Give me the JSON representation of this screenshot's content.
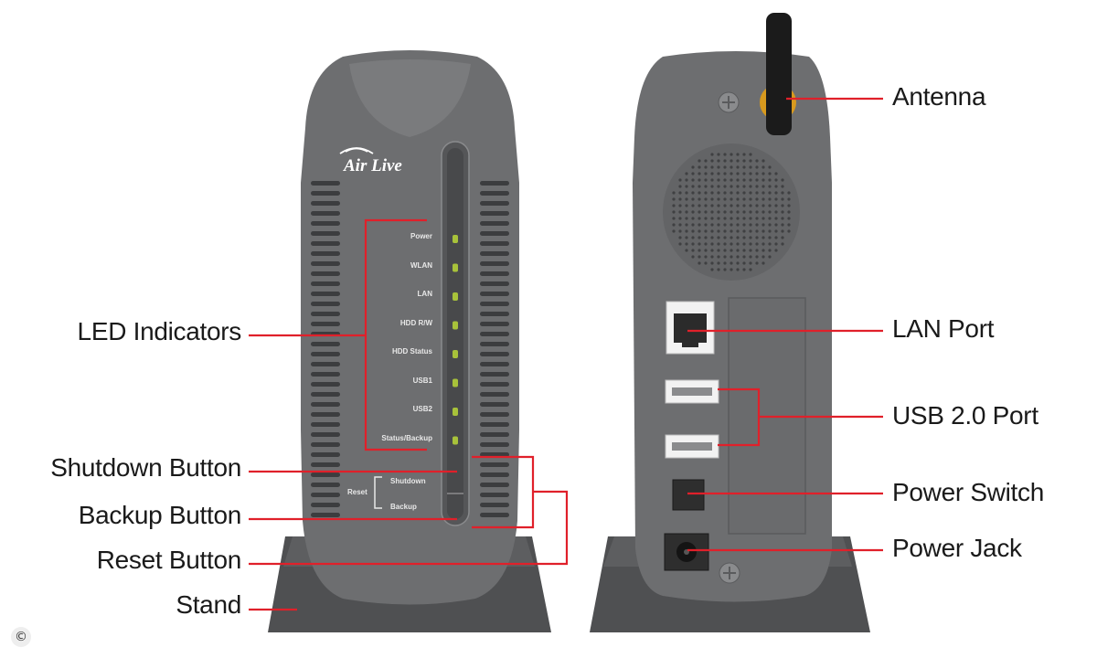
{
  "brand": {
    "logo_text": "Air Live"
  },
  "front_labels": {
    "leds": [
      "Power",
      "WLAN",
      "LAN",
      "HDD R/W",
      "HDD Status",
      "USB1",
      "USB2",
      "Status/Backup"
    ],
    "reset": "Reset",
    "shutdown": "Shutdown",
    "backup": "Backup"
  },
  "callouts": {
    "led_indicators": "LED Indicators",
    "shutdown_button": "Shutdown Button",
    "backup_button": "Backup Button",
    "reset_button": "Reset Button",
    "stand": "Stand",
    "antenna": "Antenna",
    "lan_port": "LAN Port",
    "usb_port": "USB 2.0 Port",
    "power_switch": "Power Switch",
    "power_jack": "Power Jack"
  },
  "colors": {
    "device_body": "#6d6e70",
    "device_dark": "#4a4b4d",
    "stand": "#4f5052",
    "leader_line": "#e0202a",
    "led": "#a8c23a",
    "antenna": "#1b1b1b",
    "antenna_base": "#d89a1e"
  },
  "copyright_symbol": "©"
}
